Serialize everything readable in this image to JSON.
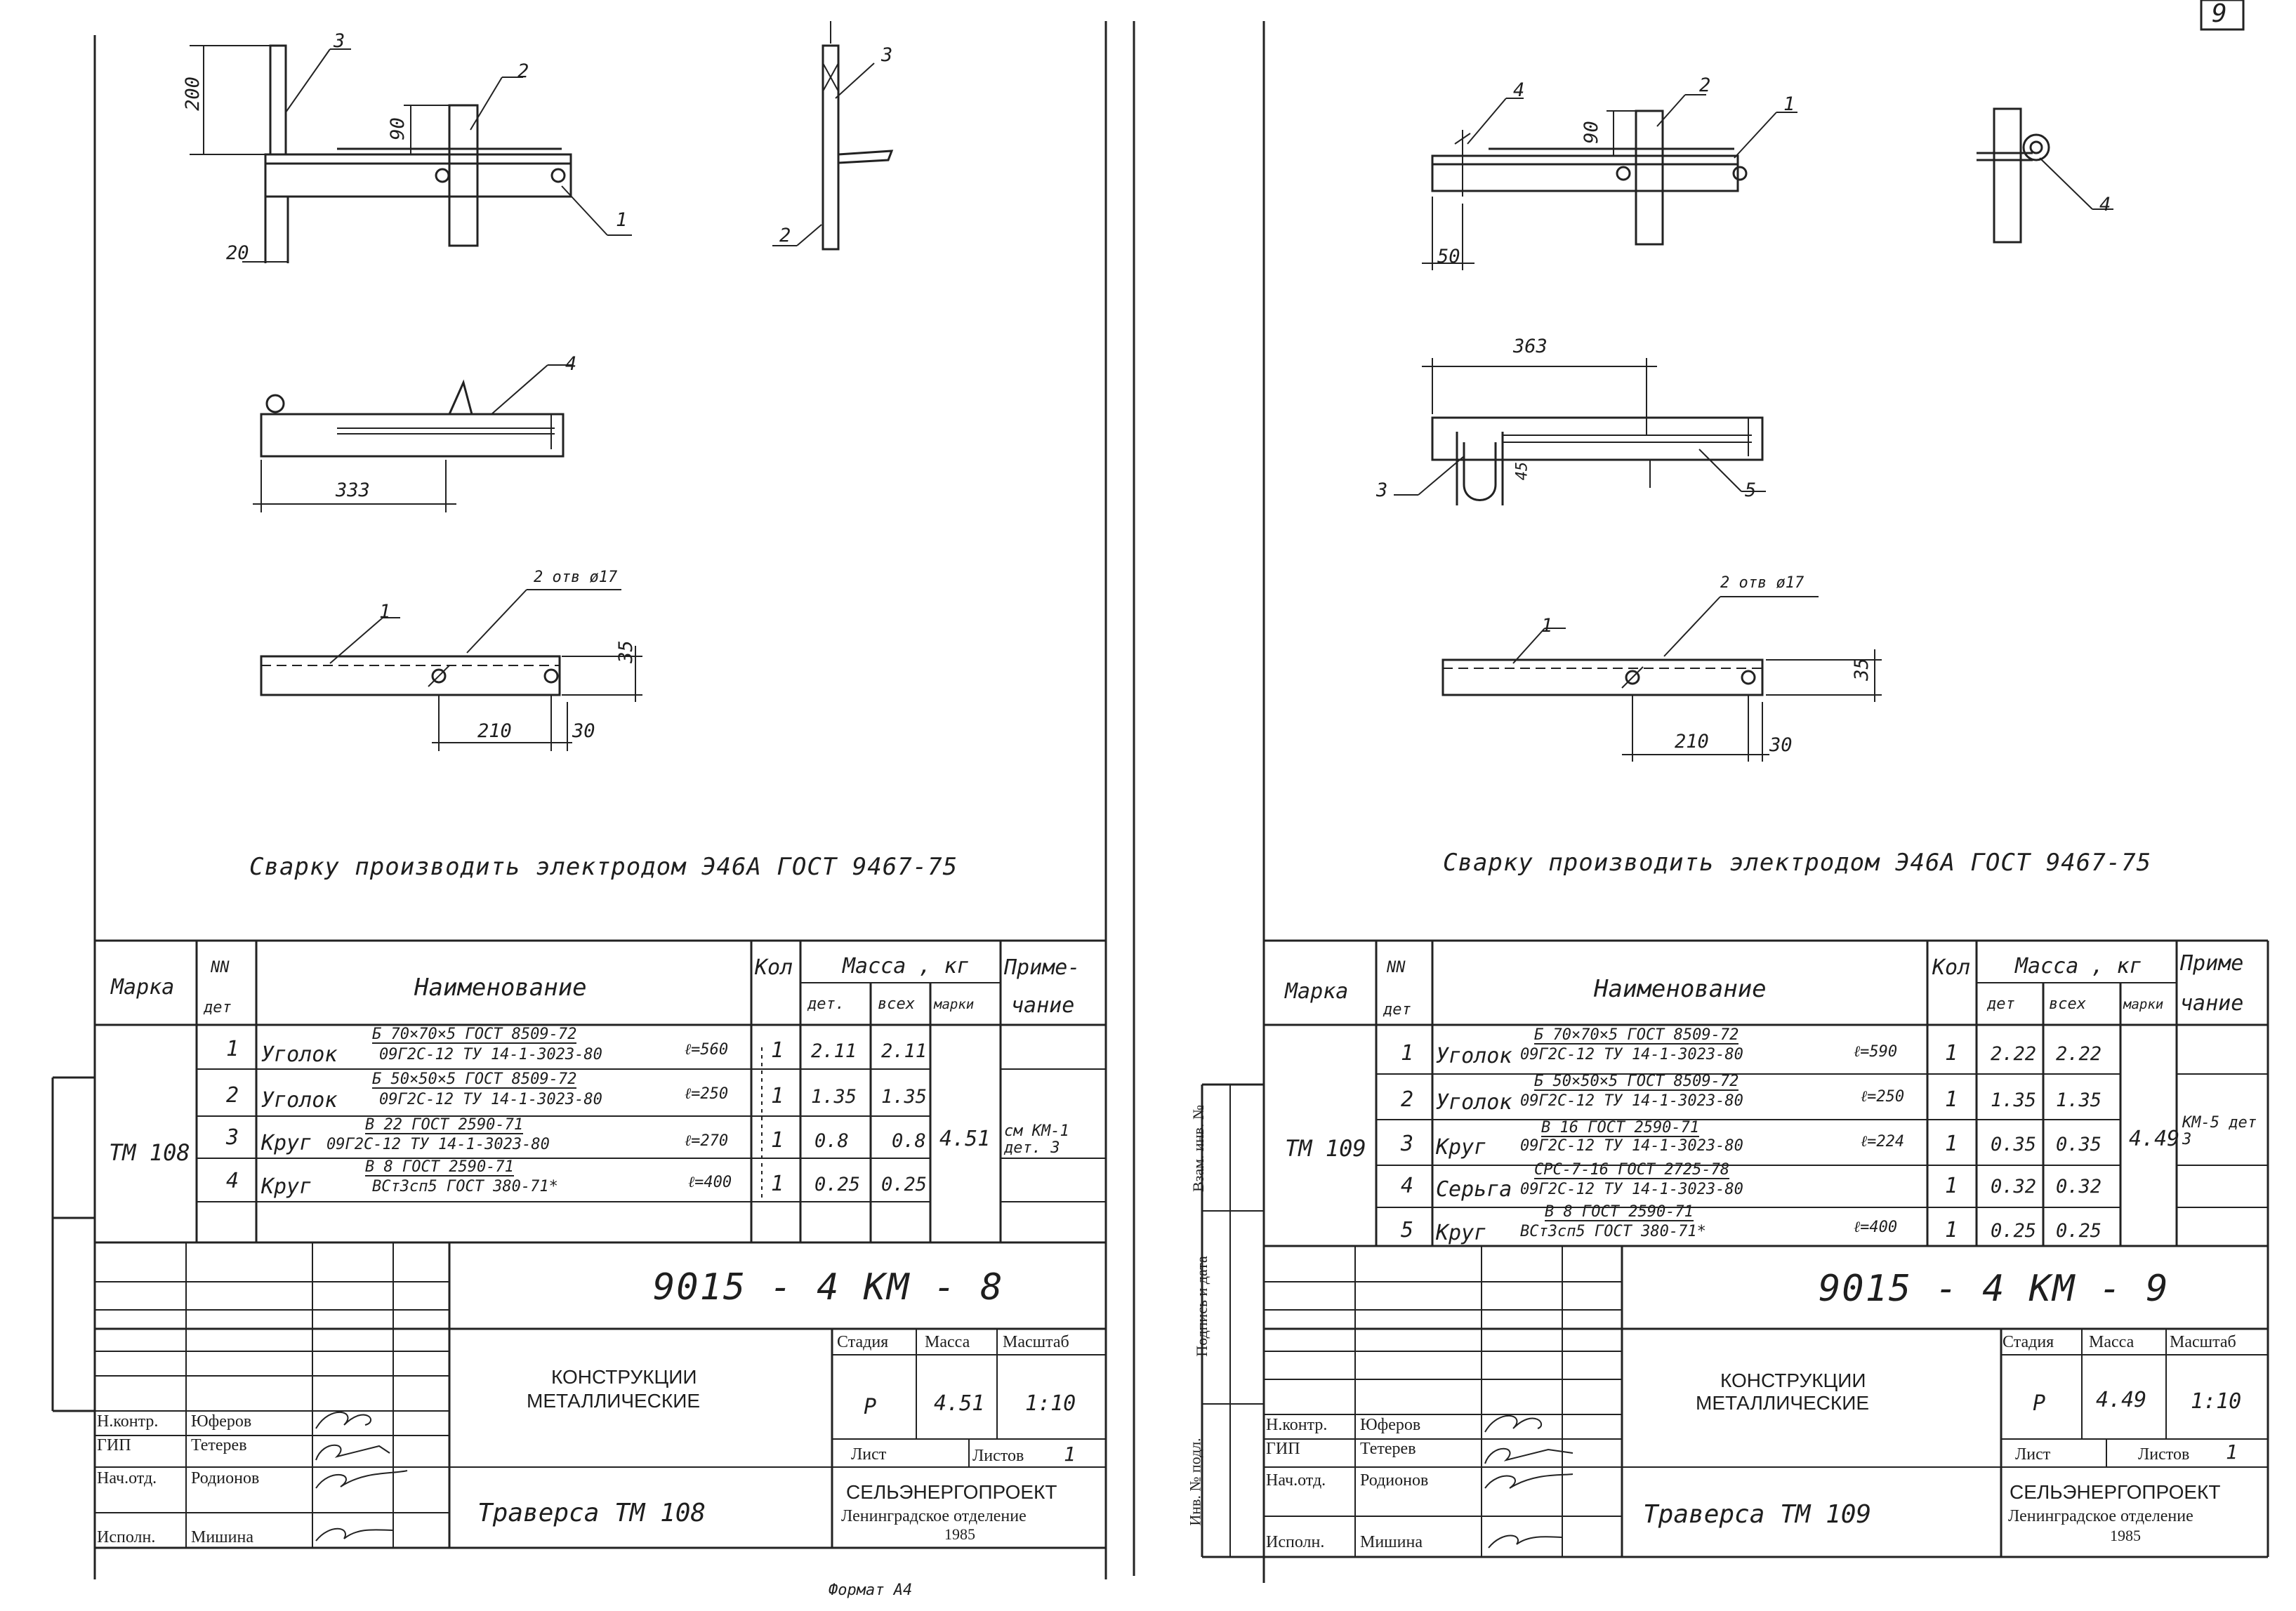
{
  "page_number": "9",
  "format_note": "Формат А4",
  "sheets": [
    {
      "weld_note": "Сварку производить электродом Э46А ГОСТ 9467-75",
      "drawing_labels": {
        "dim_200": "200",
        "dim_90": "90",
        "dim_20": "20",
        "dim_333": "333",
        "holes": "2 отв ø17",
        "dim_35": "35",
        "dim_210": "210",
        "dim_30": "30",
        "n1": "1",
        "n2": "2",
        "n3": "3",
        "n4": "4"
      },
      "table": {
        "headers": {
          "marka": "Марка",
          "nn": "NN",
          "det": "дет",
          "name": "Наименование",
          "kol": "Кол",
          "mass": "Масса , кг",
          "mass_det": "дет.",
          "mass_all": "всех",
          "mass_marki": "марки",
          "note_a": "Приме-",
          "note_b": "чание"
        },
        "marka": "ТМ 108",
        "mass_marki": "4.51",
        "note": "см КМ-1 дет. 3",
        "rows": [
          {
            "nn": "1",
            "type": "Уголок",
            "top": "Б 70×70×5 ГОСТ 8509-72",
            "bottom": "09Г2С-12 ТУ 14-1-3023-80",
            "len": "ℓ=560",
            "kol": "1",
            "m_det": "2.11",
            "m_all": "2.11"
          },
          {
            "nn": "2",
            "type": "Уголок",
            "top": "Б 50×50×5 ГОСТ 8509-72",
            "bottom": "09Г2С-12 ТУ 14-1-3023-80",
            "len": "ℓ=250",
            "kol": "1",
            "m_det": "1.35",
            "m_all": "1.35"
          },
          {
            "nn": "3",
            "type": "Круг",
            "top": "В 22 ГОСТ 2590-71",
            "bottom": "09Г2С-12 ТУ 14-1-3023-80",
            "len": "ℓ=270",
            "kol": "1",
            "m_det": "0.8",
            "m_all": "0.8"
          },
          {
            "nn": "4",
            "type": "Круг",
            "top": "В 8 ГОСТ 2590-71",
            "bottom": "ВСт3сп5 ГОСТ 380-71*",
            "len": "ℓ=400",
            "kol": "1",
            "m_det": "0.25",
            "m_all": "0.25"
          }
        ]
      },
      "stamp": {
        "code": "9015 - 4 КМ - 8",
        "title_a": "КОНСТРУКЦИИ",
        "title_b": "МЕТАЛЛИЧЕСКИЕ",
        "stage_h": "Стадия",
        "mass_h": "Масса",
        "scale_h": "Масштаб",
        "stage": "Р",
        "mass": "4.51",
        "scale": "1:10",
        "sheet_h": "Лист",
        "sheets_h": "Листов",
        "sheets": "1",
        "drawing_name": "Траверса ТМ 108",
        "org": "СЕЛЬЭНЕРГОПРОЕКТ",
        "org_dept": "Ленинградское отделение",
        "year": "1985",
        "people": [
          {
            "role": "Н.контр.",
            "name": "Юферов"
          },
          {
            "role": "ГИП",
            "name": "Тетерев"
          },
          {
            "role": "Нач.отд.",
            "name": "Родионов"
          },
          {
            "role": "Исполн.",
            "name": "Мишина"
          }
        ]
      }
    },
    {
      "weld_note": "Сварку производить электродом Э46А ГОСТ 9467-75",
      "drawing_labels": {
        "dim_90": "90",
        "dim_50": "50",
        "dim_363": "363",
        "dim_45": "45",
        "holes": "2 отв ø17",
        "dim_35": "35",
        "dim_210": "210",
        "dim_30": "30",
        "n1": "1",
        "n2": "2",
        "n3": "3",
        "n4": "4",
        "n5": "5"
      },
      "side_stamp": [
        "Инв. № подл.",
        "Подпись и дата",
        "Взам. инв. №"
      ],
      "table": {
        "headers": {
          "marka": "Марка",
          "nn": "NN",
          "det": "дет",
          "name": "Наименование",
          "kol": "Кол",
          "mass": "Масса , кг",
          "mass_det": "дет",
          "mass_all": "всех",
          "mass_marki": "марки",
          "note_a": "Приме",
          "note_b": "чание"
        },
        "marka": "ТМ 109",
        "mass_marki": "4.49",
        "note": "КМ-5 дет 3",
        "rows": [
          {
            "nn": "1",
            "type": "Уголок",
            "top": "Б 70×70×5 ГОСТ 8509-72",
            "bottom": "09Г2С-12 ТУ 14-1-3023-80",
            "len": "ℓ=590",
            "kol": "1",
            "m_det": "2.22",
            "m_all": "2.22"
          },
          {
            "nn": "2",
            "type": "Уголок",
            "top": "Б 50×50×5 ГОСТ 8509-72",
            "bottom": "09Г2С-12 ТУ 14-1-3023-80",
            "len": "ℓ=250",
            "kol": "1",
            "m_det": "1.35",
            "m_all": "1.35"
          },
          {
            "nn": "3",
            "type": "Круг",
            "top": "В 16 ГОСТ 2590-71",
            "bottom": "09Г2С-12 ТУ 14-1-3023-80",
            "len": "ℓ=224",
            "kol": "1",
            "m_det": "0.35",
            "m_all": "0.35"
          },
          {
            "nn": "4",
            "type": "Серьга",
            "top": "СРС-7-16 ГОСТ 2725-78",
            "bottom": "09Г2С-12 ТУ 14-1-3023-80",
            "len": "",
            "kol": "1",
            "m_det": "0.32",
            "m_all": "0.32"
          },
          {
            "nn": "5",
            "type": "Круг",
            "top": "В 8 ГОСТ 2590-71",
            "bottom": "ВСт3сп5 ГОСТ 380-71*",
            "len": "ℓ=400",
            "kol": "1",
            "m_det": "0.25",
            "m_all": "0.25"
          }
        ]
      },
      "stamp": {
        "code": "9015 - 4 КМ - 9",
        "title_a": "КОНСТРУКЦИИ",
        "title_b": "МЕТАЛЛИЧЕСКИЕ",
        "stage_h": "Стадия",
        "mass_h": "Масса",
        "scale_h": "Масштаб",
        "stage": "Р",
        "mass": "4.49",
        "scale": "1:10",
        "sheet_h": "Лист",
        "sheets_h": "Листов",
        "sheets": "1",
        "drawing_name": "Траверса ТМ 109",
        "org": "СЕЛЬЭНЕРГОПРОЕКТ",
        "org_dept": "Ленинградское отделение",
        "year": "1985",
        "people": [
          {
            "role": "Н.контр.",
            "name": "Юферов"
          },
          {
            "role": "ГИП",
            "name": "Тетерев"
          },
          {
            "role": "Нач.отд.",
            "name": "Родионов"
          },
          {
            "role": "Исполн.",
            "name": "Мишина"
          }
        ]
      }
    }
  ]
}
